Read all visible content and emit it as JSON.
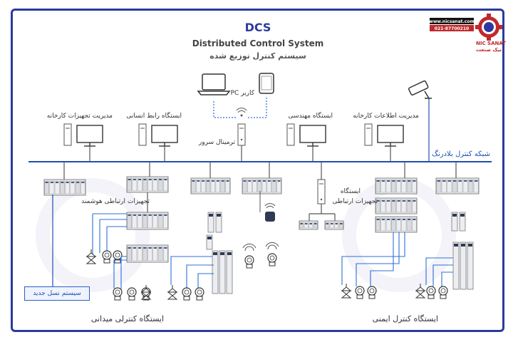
{
  "header": {
    "title": "DCS",
    "subtitle_en": "Distributed Control System",
    "subtitle_fa": "سیستم کنترل توزیع شده"
  },
  "logo": {
    "website": "www.nicsanat.com",
    "phone": "021-87700210",
    "brand_en": "NIC SANAT",
    "brand_fa": "نیک صنعت"
  },
  "top_nodes": {
    "pc_user": "PC کاربر",
    "server_terminal": "ترمینال سرور",
    "plant_equipment_mgmt": "مدیریت تجهیزات کارخانه",
    "hmi_station": "ایستگاه رابط انسانی",
    "engineering_station": "ایستگاه مهندسی",
    "plant_info_mgmt": "مدیریت اطلاعات کارخانه"
  },
  "network": {
    "label": "شبکه کنترل بلادرنگ"
  },
  "mid_nodes": {
    "smart_comm": "تجهیزات ارتباطی هوشمند",
    "comm_station_line1": "ایستگاه",
    "comm_station_line2": "تجهیزات ارتباطی"
  },
  "bottom": {
    "new_gen": "سیستم نسل جدید",
    "field_control_station": "ایستگاه کنترلی میدانی",
    "safety_control_station": "ایستگاه کنترل ایمنی"
  },
  "colors": {
    "frame": "#2b3a9e",
    "network_line": "#1f4fb0",
    "wire_blue": "#2b6fd6",
    "dcs_title": "#2b3a9e"
  }
}
